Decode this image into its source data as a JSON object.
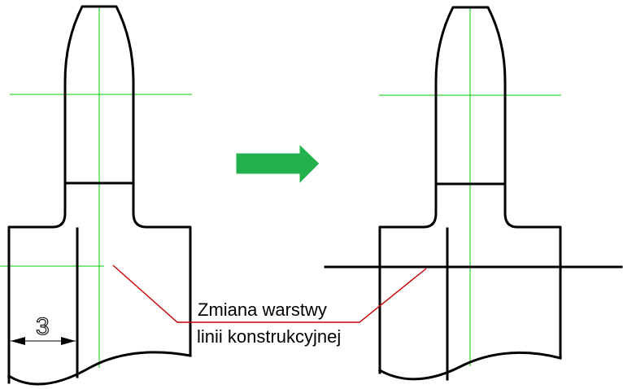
{
  "annotation": {
    "line1": "Zmiana warstwy",
    "line2": "linii konstrukcyjnej"
  },
  "dimension": {
    "value": "3"
  },
  "colors": {
    "outline": "#000000",
    "centerline": "#00cc00",
    "leader": "#cc0000",
    "arrow": "#22b14c",
    "arrow_edge": "#ffffff"
  },
  "icons": {
    "arrow": "right-arrow-icon"
  }
}
